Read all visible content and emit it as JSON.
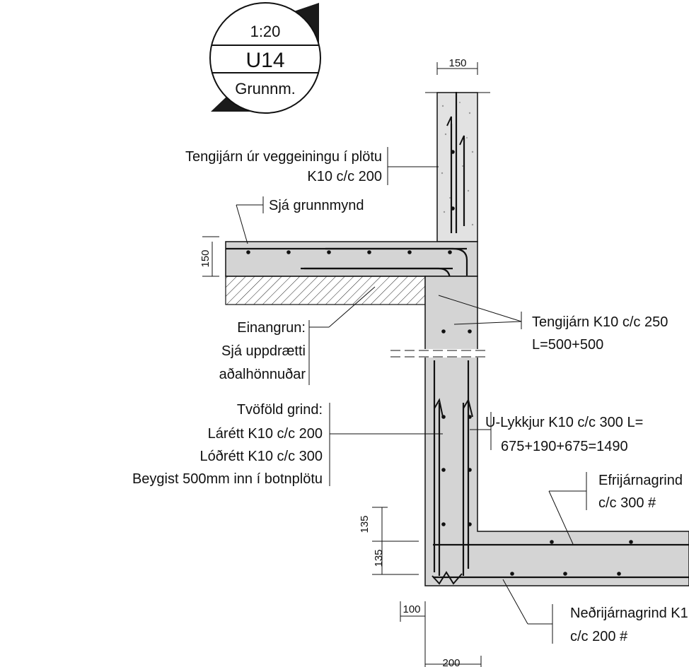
{
  "header": {
    "scale": "1:20",
    "detail_id": "U14",
    "view": "Grunnm."
  },
  "annotations": {
    "tengijarn_veggeiningu_line1": "Tengijárn úr veggeiningu í plötu",
    "tengijarn_veggeiningu_line2": "K10 c/c 200",
    "sja_grunnmynd": "Sjá grunnmynd",
    "einangrun_line1": "Einangrun:",
    "einangrun_line2": "Sjá uppdrætti",
    "einangrun_line3": "aðalhönnuðar",
    "tengijarn_k10_line1": "Tengijárn K10 c/c 250",
    "tengijarn_k10_line2": "L=500+500",
    "tvofold_line1": "Tvöföld grind:",
    "tvofold_line2": "Lárétt K10 c/c 200",
    "tvofold_line3": "Lóðrétt K10 c/c 300",
    "tvofold_line4": "Beygist 500mm inn í botnplötu",
    "u_lykkjur_line1": "U-Lykkjur K10 c/c 300 L=",
    "u_lykkjur_line2": "675+190+675=1490",
    "efrijarnagrind_line1": "Efrijárnagrind",
    "efrijarnagrind_line2": "c/c 300 #",
    "nedrijarnagrind_line1": "Neðrijárnagrind K1",
    "nedrijarnagrind_line2": "c/c 200 #"
  },
  "dimensions": {
    "wall_top_width": "150",
    "slab_thickness": "150",
    "cover_upper": "135",
    "cover_lower": "135",
    "offset_100": "100",
    "width_200": "200"
  },
  "colors": {
    "concrete": "#d4d4d4",
    "line": "#111111",
    "background": "#ffffff"
  }
}
